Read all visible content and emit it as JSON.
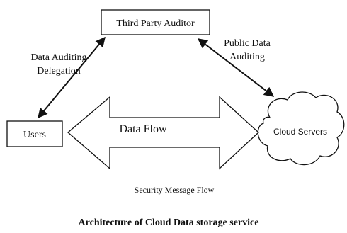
{
  "diagram": {
    "nodes": {
      "tpa": "Third Party Auditor",
      "users": "Users",
      "cloud": "Cloud Servers"
    },
    "edges": {
      "users_tpa_line1": "Data Auditing",
      "users_tpa_line2": "Delegation",
      "tpa_cloud_line1": "Public Data",
      "tpa_cloud_line2": "Auditing",
      "data_flow": "Data Flow",
      "security": "Security Message Flow"
    },
    "caption": "Architecture of Cloud Data storage service"
  }
}
